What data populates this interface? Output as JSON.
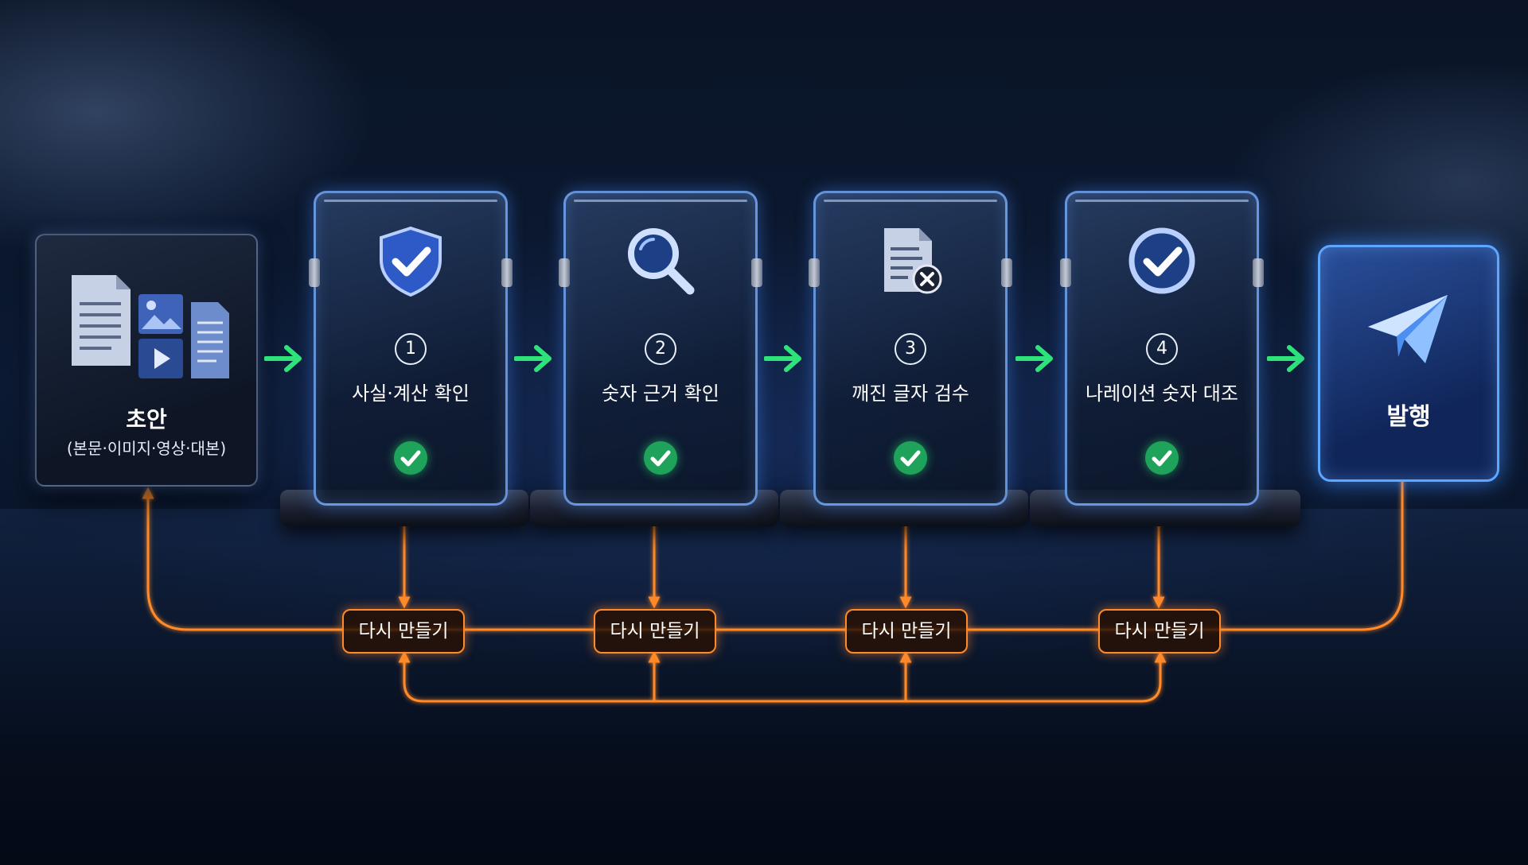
{
  "draft": {
    "title": "초안",
    "subtitle": "(본문·이미지·영상·대본)"
  },
  "steps": [
    {
      "number": "1",
      "label": "사실·계산 확인",
      "icon": "shield-check-icon",
      "status": "check-icon"
    },
    {
      "number": "2",
      "label": "숫자 근거 확인",
      "icon": "magnifier-icon",
      "status": "check-icon"
    },
    {
      "number": "3",
      "label": "깨진 글자 검수",
      "icon": "document-x-icon",
      "status": "check-icon"
    },
    {
      "number": "4",
      "label": "나레이션 숫자 대조",
      "icon": "circle-check-icon",
      "status": "check-icon"
    }
  ],
  "publish": {
    "label": "발행",
    "icon": "paper-plane-icon"
  },
  "redo_label": "다시 만들기",
  "colors": {
    "accent_blue": "#5fa6ff",
    "flow_green": "#2ee37a",
    "redo_orange": "#ff8a2a",
    "check_green": "#1fa35a"
  }
}
